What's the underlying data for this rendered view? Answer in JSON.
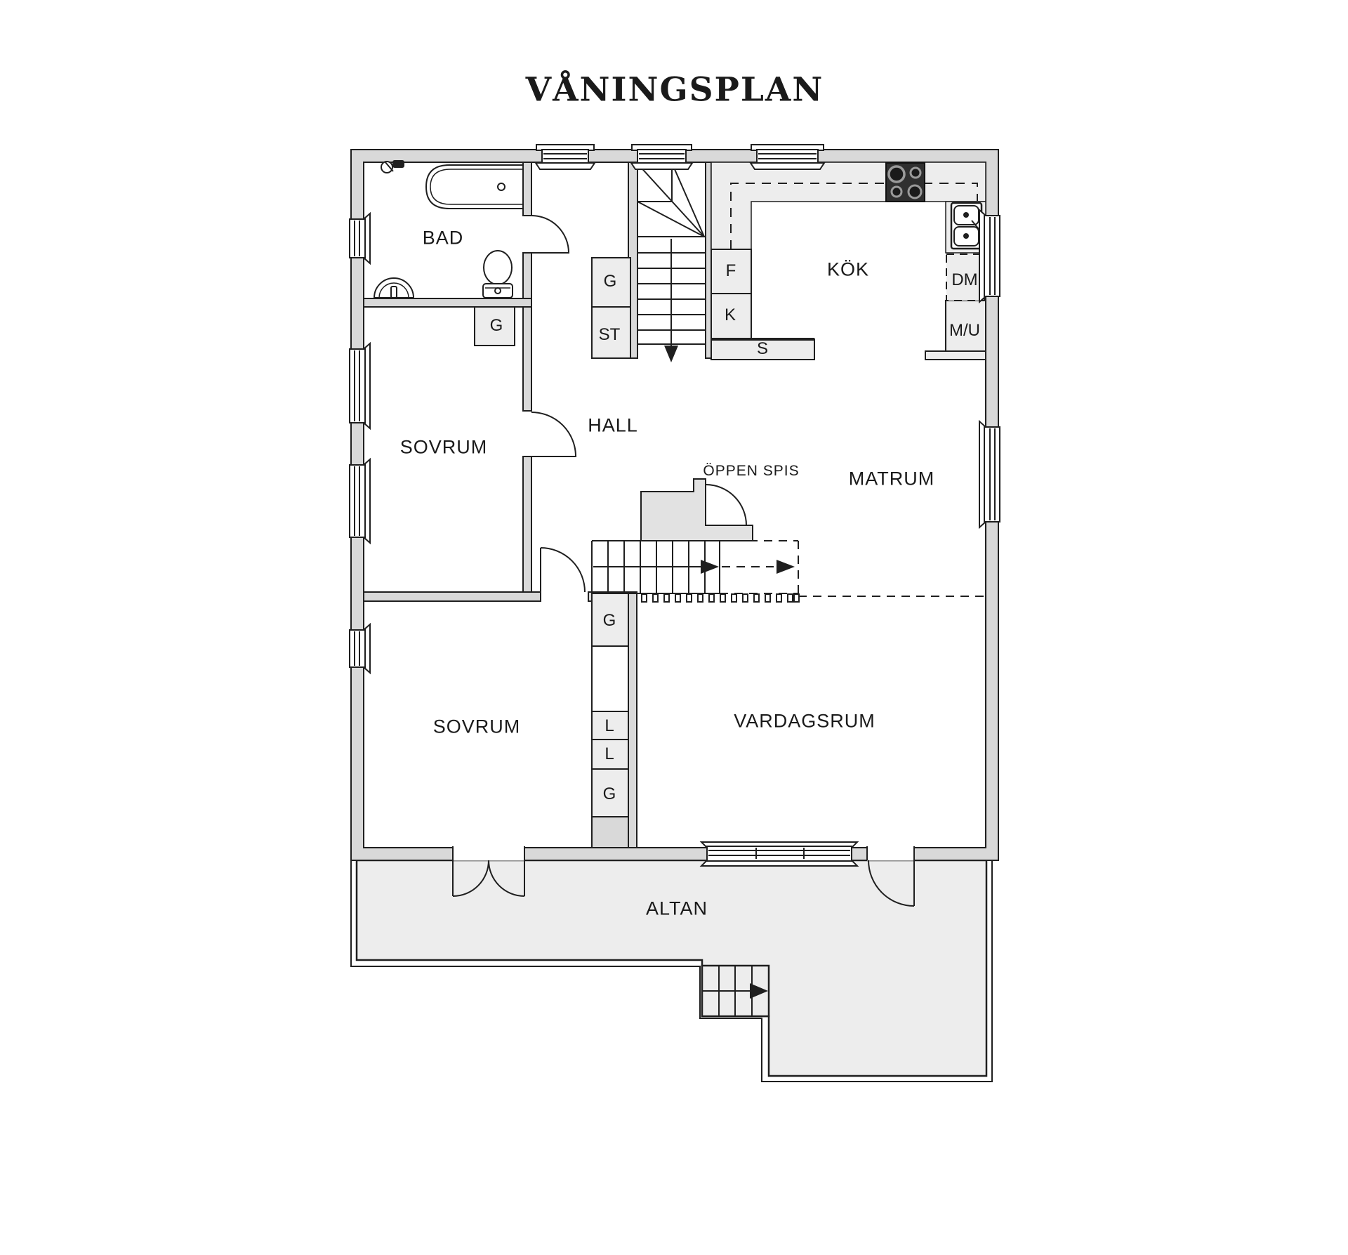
{
  "title": "VÅNINGSPLAN",
  "labels": {
    "bad": "BAD",
    "sovrum": "SOVRUM",
    "hall": "HALL",
    "kok": "KÖK",
    "matrum": "MATRUM",
    "vardagsrum": "VARDAGSRUM",
    "altan": "ALTAN",
    "oppen_spis": "ÖPPEN SPIS",
    "g": "G",
    "st": "ST",
    "f": "F",
    "k": "K",
    "s": "S",
    "dm": "DM",
    "mu": "M/U",
    "l": "L"
  },
  "colors": {
    "line": "#1f1f1f",
    "wall": "#d9d9d9",
    "area": "#ededed",
    "text": "#1a1a1a",
    "stove": "#2f2f2f"
  }
}
